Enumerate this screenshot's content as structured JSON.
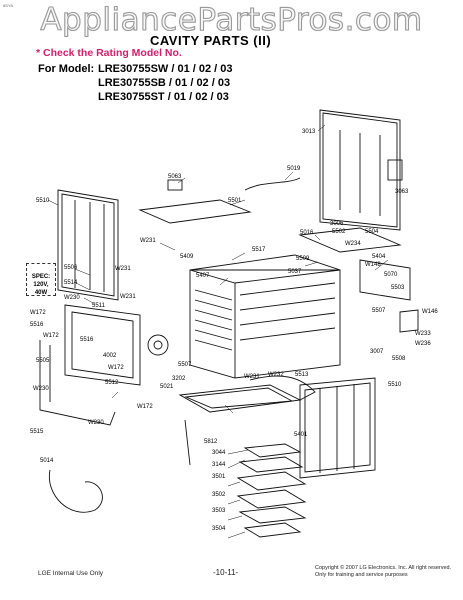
{
  "watermark": "AppliancePartsPros.com",
  "corner_code": "8SY8",
  "header": {
    "title": "CAVITY PARTS (II)",
    "check_note": "* Check the Rating Model No.",
    "model_label": "For Model:",
    "models": [
      "LRE30755SW / 01 / 02 / 03",
      "LRE30755SB / 01 / 02 / 03",
      "LRE30755ST / 01 / 02 / 03"
    ]
  },
  "spec": {
    "line1": "SPEC:",
    "line2": "120V, 40W"
  },
  "part_labels": [
    "3013",
    "5063",
    "5019",
    "3063",
    "5510",
    "5501",
    "W231",
    "3006",
    "5016",
    "5502",
    "5504",
    "W234",
    "5517",
    "5409",
    "5509",
    "5404",
    "5037",
    "5506",
    "5407",
    "W148",
    "5070",
    "5503",
    "5514",
    "W231",
    "W230",
    "W231",
    "5511",
    "5507",
    "W172",
    "W146",
    "5516",
    "W233",
    "W172",
    "5516",
    "W236",
    "5505",
    "4002",
    "5507",
    "3007",
    "5508",
    "W230",
    "W172",
    "5512",
    "3202",
    "5021",
    "W231",
    "W232",
    "5513",
    "5510",
    "W172",
    "W230",
    "5515",
    "5401",
    "5812",
    "5014",
    "3044",
    "3144",
    "3501",
    "3502",
    "3503",
    "3504"
  ],
  "footer": {
    "left": "LGE Internal Use Only",
    "center": "-10-11-",
    "right_line1": "Copyright © 2007 LG Electronics. Inc. All right reserved.",
    "right_line2": "Only for training and service purposes"
  }
}
